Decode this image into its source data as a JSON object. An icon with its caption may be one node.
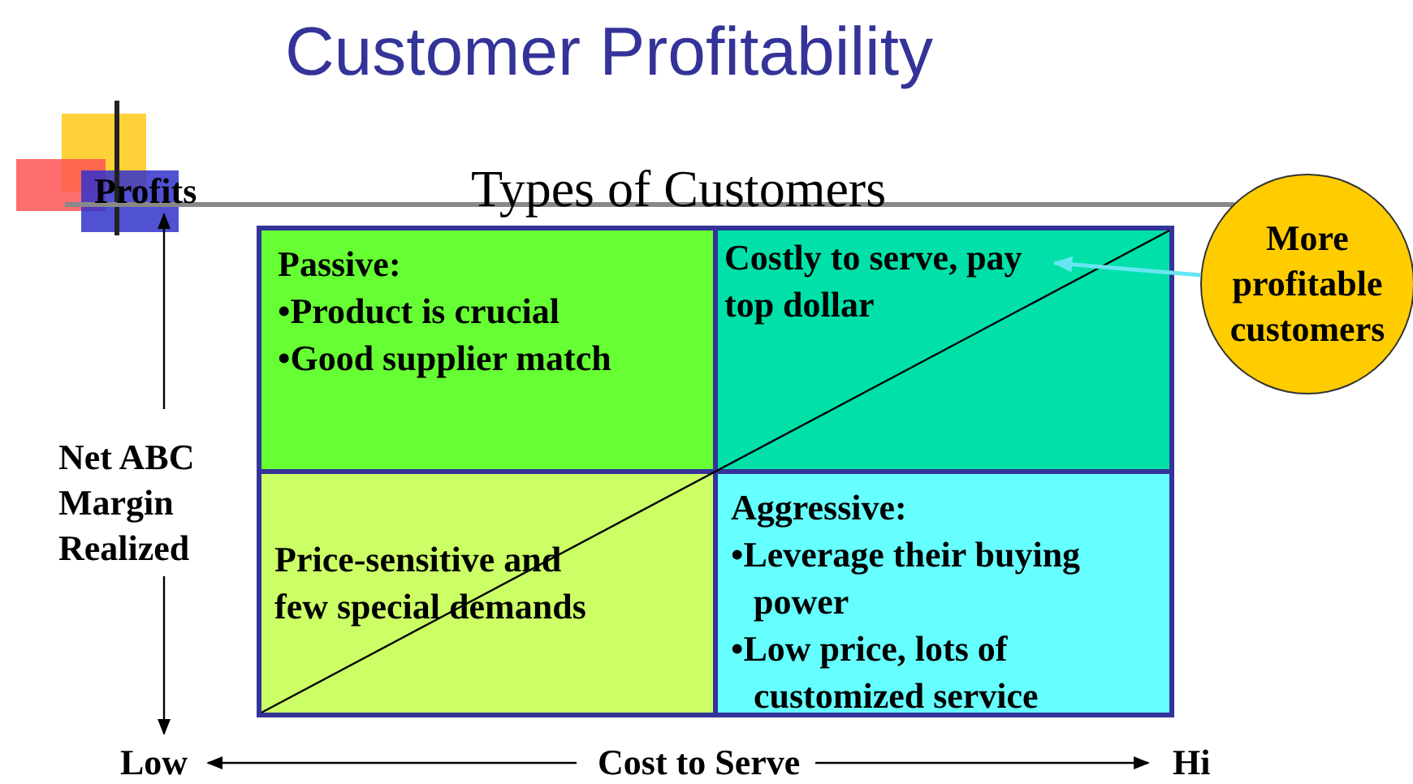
{
  "diagram": {
    "title": "Customer Profitability",
    "nodes": [
      {
        "text": [
          "Passive:",
          "•Product is crucial",
          "•Good supplier match"
        ]
      },
      {
        "text": [
          "Costly to serve, pay top dollar"
        ]
      },
      {
        "text": [
          "Price-sensitive and few special demands"
        ]
      },
      {
        "text": [
          "Aggressive:",
          "•Leverage their buying power",
          "•Low price, lots of customized service"
        ]
      },
      {
        "text": [
          "More profitable customers"
        ]
      }
    ],
    "edges": [
      {
        "from": 4,
        "to": 1,
        "arrow": "to",
        "color": "#66e6f2"
      }
    ],
    "labels": [
      "Profits",
      "Types of Customers",
      "Net ABC Margin Realized",
      "Low",
      "Cost to Serve",
      "Hi"
    ]
  }
}
